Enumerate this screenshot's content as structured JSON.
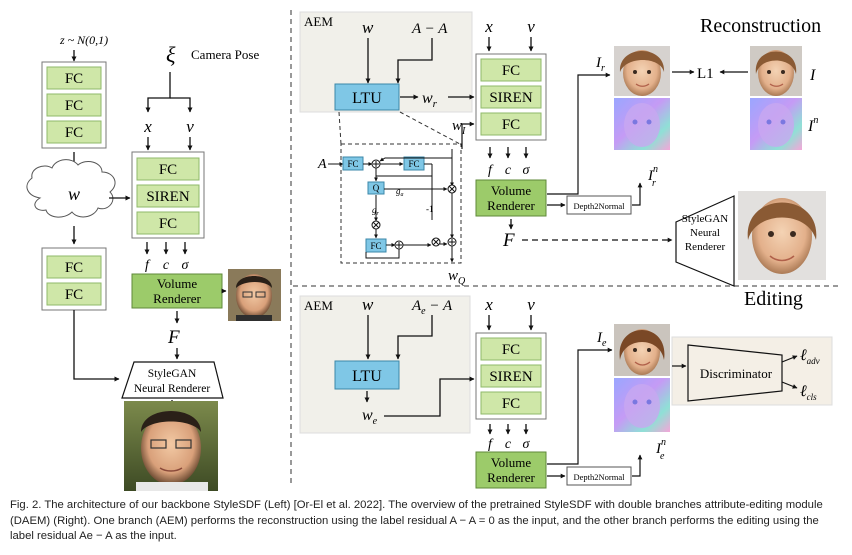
{
  "left": {
    "z_label": "z ~ N(0,1)",
    "mlp_top": [
      "FC",
      "FC",
      "FC"
    ],
    "w_label": "w",
    "mlp_bottom": [
      "FC",
      "FC"
    ],
    "xi_label": "ξ",
    "camera_pose": "Camera Pose",
    "x": "x",
    "v": "v",
    "net": [
      "FC",
      "SIREN",
      "FC"
    ],
    "outputs": [
      "f",
      "c",
      "σ"
    ],
    "volume_renderer": [
      "Volume",
      "Renderer"
    ],
    "F": "F",
    "stylegan": [
      "StyleGAN",
      "Neural Renderer"
    ]
  },
  "recon": {
    "aem_title": "AEM",
    "w": "w",
    "label_residual": "A − A",
    "ltu": "LTU",
    "w_r": "w",
    "w_r_sub": "r",
    "w_I": "w",
    "w_I_sub": "I",
    "w_Q": "w",
    "w_Q_sub": "Q",
    "x": "x",
    "v": "v",
    "net": [
      "FC",
      "SIREN",
      "FC"
    ],
    "outputs": [
      "f",
      "c",
      "σ"
    ],
    "volume_renderer": [
      "Volume",
      "Renderer"
    ],
    "depth2normal": "Depth2Normal",
    "F": "F",
    "I_r": "I",
    "I_r_sub": "r",
    "I_r_n": "I",
    "I_r_n_sup": "n",
    "I_r_n_sub": "r",
    "L1": "L1",
    "I": "I",
    "I_n": "I",
    "I_n_sup": "n",
    "title": "Reconstruction",
    "stylegan": [
      "StyleGAN",
      "Neural",
      "Renderer"
    ],
    "ltu_detail": {
      "A": "A",
      "fc": "FC",
      "q": "Q",
      "g_r": "g",
      "g_r_sub": "r",
      "g_a": "g",
      "g_a_sub": "a",
      "minus_one": "-1"
    }
  },
  "edit": {
    "aem_title": "AEM",
    "w": "w",
    "label_residual": "A",
    "label_residual_sub": "e",
    "label_residual_tail": " − A",
    "ltu": "LTU",
    "w_e": "w",
    "w_e_sub": "e",
    "x": "x",
    "v": "v",
    "net": [
      "FC",
      "SIREN",
      "FC"
    ],
    "outputs": [
      "f",
      "c",
      "σ"
    ],
    "volume_renderer": [
      "Volume",
      "Renderer"
    ],
    "depth2normal": "Depth2Normal",
    "I_e": "I",
    "I_e_sub": "e",
    "I_e_n": "I",
    "I_e_n_sup": "n",
    "I_e_n_sub": "e",
    "discriminator": "Discriminator",
    "l_adv": "ℓ",
    "l_adv_sub": "adv",
    "l_cls": "ℓ",
    "l_cls_sub": "cls",
    "title": "Editing"
  },
  "caption": "Fig. 2.  The architecture of our backbone StyleSDF (Left) [Or-El et al. 2022]. The overview of the pretrained StyleSDF with double branches attribute-editing module (DAEM) (Right). One branch (AEM) performs the reconstruction using the label residual A − A = 0 as the input, and the other branch performs the editing using the label residual Ae − A as the input.",
  "colors": {
    "fc_green": "#cfe7a8",
    "renderer_green": "#9ccb6a",
    "ltu_blue": "#7fc7e6",
    "aem_bg": "#f1f0ea",
    "disc_bg": "#f4efe6"
  }
}
